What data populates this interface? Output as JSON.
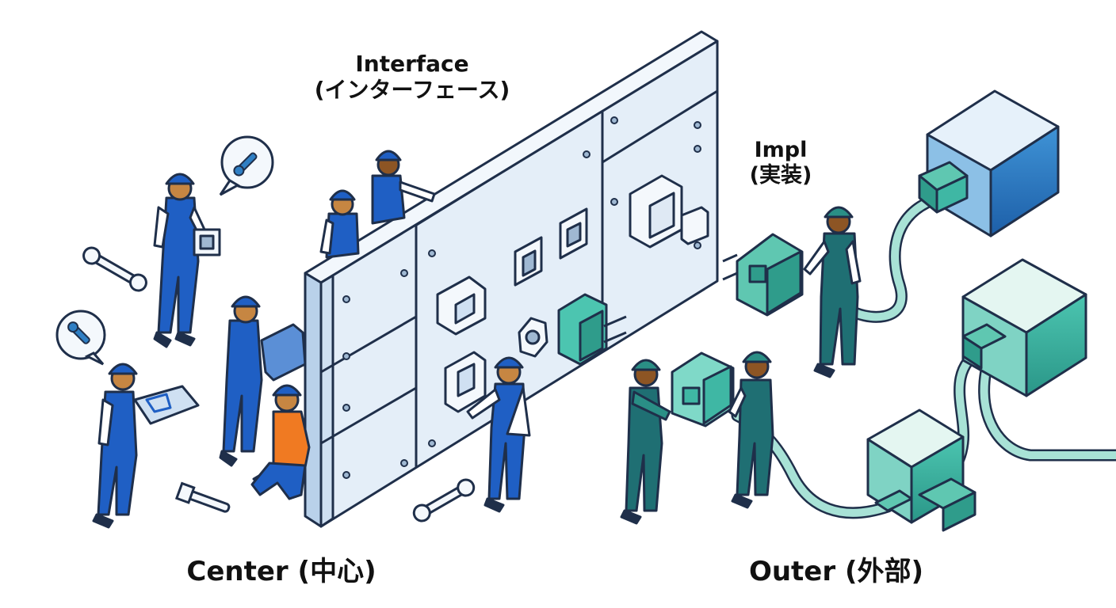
{
  "labels": {
    "interface_title": "Interface",
    "interface_subtitle": "(インターフェース)",
    "impl_title": "Impl",
    "impl_subtitle": "(実装)",
    "center": "Center (中心)",
    "outer": "Outer (外部)"
  },
  "colors": {
    "outline": "#1f2f4a",
    "panel_face": "#e4eef8",
    "panel_side": "#b9d1ea",
    "worker_blue": "#1f5fc4",
    "worker_teal": "#2a8f86",
    "worker_orange": "#f07a22",
    "module_blue": "#2f7fc4",
    "module_teal": "#3fb7a4",
    "cable": "#9fdcd0"
  },
  "icons": [
    "wrench-icon",
    "speech-bubble-icon",
    "plug-icon",
    "socket-icon",
    "blueprint-icon",
    "hardhat-icon"
  ]
}
